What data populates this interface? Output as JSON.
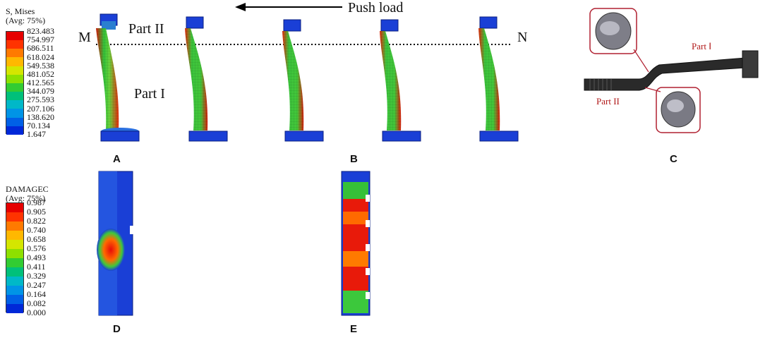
{
  "stress_legend": {
    "title_line1": "S, Mises",
    "title_line2": "(Avg: 75%)",
    "values": [
      "823.483",
      "754.997",
      "686.511",
      "618.024",
      "549.538",
      "481.052",
      "412.565",
      "344.079",
      "275.593",
      "207.106",
      "138.620",
      "70.134",
      "1.647"
    ],
    "colors": [
      "#e60000",
      "#ff3300",
      "#ff7a00",
      "#ffb800",
      "#d4e600",
      "#8ee000",
      "#32cc32",
      "#00c07a",
      "#00b8c8",
      "#0094e6",
      "#0060e6",
      "#0028d8"
    ]
  },
  "damage_legend": {
    "title_line1": "DAMAGEC",
    "title_line2": "(Avg: 75%)",
    "values": [
      "0.987",
      "0.905",
      "0.822",
      "0.740",
      "0.658",
      "0.576",
      "0.493",
      "0.411",
      "0.329",
      "0.247",
      "0.164",
      "0.082",
      "0.000"
    ],
    "colors": [
      "#e60000",
      "#ff3300",
      "#ff7a00",
      "#ffb800",
      "#d4e600",
      "#8ee000",
      "#32cc32",
      "#00c07a",
      "#00b8c8",
      "#0094e6",
      "#0060e6",
      "#0028d8"
    ]
  },
  "annotations": {
    "push_load": "Push load",
    "point_m": "M",
    "point_n": "N",
    "part_ii": "Part II",
    "part_i": "Part I",
    "photo_part_i": "Part Ⅰ",
    "photo_part_ii": "Part II"
  },
  "panels": {
    "a": "A",
    "b": "B",
    "c": "C",
    "d": "D",
    "e": "E"
  }
}
